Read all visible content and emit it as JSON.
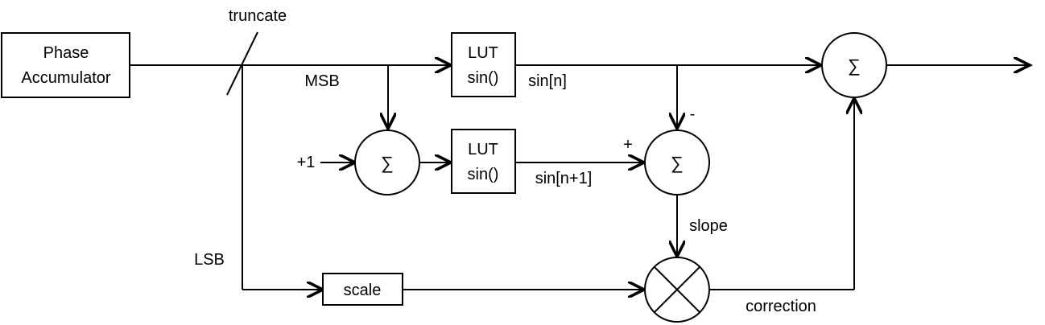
{
  "diagram": {
    "blocks": {
      "phase_accumulator": [
        "Phase",
        "Accumulator"
      ],
      "lut_top": [
        "LUT",
        "sin()"
      ],
      "lut_mid": [
        "LUT",
        "sin()"
      ],
      "scale": "scale"
    },
    "operators": {
      "sum_symbol": "∑",
      "multiply_symbol": "⊗"
    },
    "labels": {
      "truncate": "truncate",
      "msb": "MSB",
      "lsb": "LSB",
      "plus_one": "+1",
      "sin_n": "sin[n]",
      "sin_n1": "sin[n+1]",
      "plus_sign": "+",
      "minus_sign": "-",
      "slope": "slope",
      "correction": "correction"
    }
  }
}
